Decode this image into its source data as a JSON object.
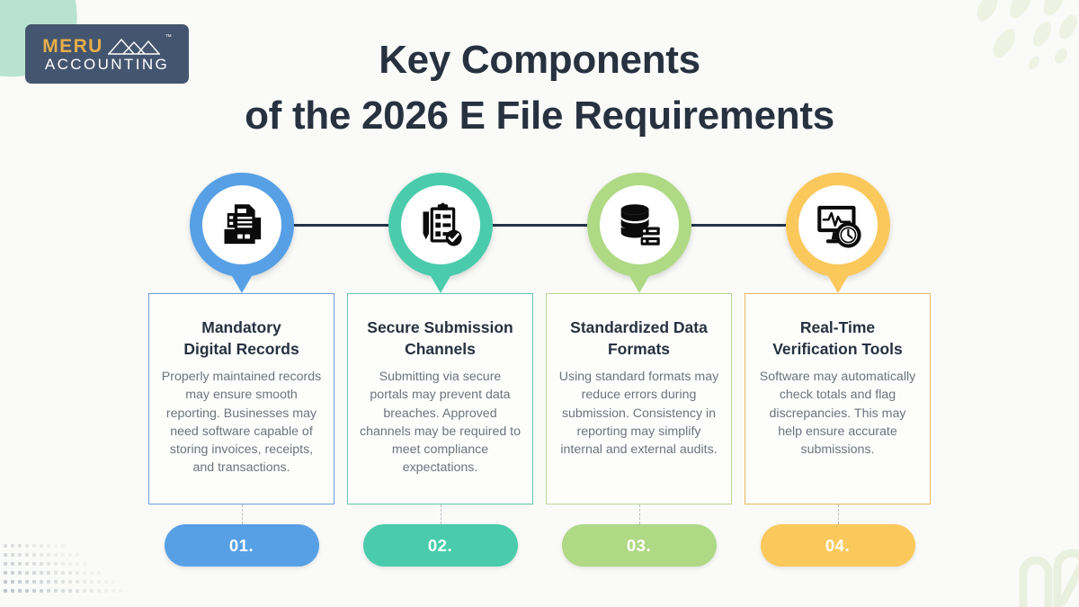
{
  "brand": {
    "name_top": "MERU",
    "name_bottom": "ACCOUNTING",
    "trademark": "™",
    "logo_bg": "#44566f",
    "logo_accent": "#e8ae49"
  },
  "title": {
    "line1": "Key Components",
    "line2": "of the 2026 E File Requirements",
    "color": "#27313f"
  },
  "background": {
    "page_color": "#fafaf8",
    "timeline_color": "#223449",
    "mint_blob_color": "#b8e2d2",
    "leaf_color": "#eef2e3",
    "dot_color": "#b6bec4"
  },
  "steps": [
    {
      "number": "01.",
      "title": "Mandatory\nDigital Records",
      "title_line1": "Mandatory",
      "title_line2": "Digital Records",
      "body": "Properly maintained records may ensure smooth reporting. Businesses may need software capable of storing invoices, receipts, and transactions.",
      "icon": "printer-documents-icon",
      "color": "#57a0e5",
      "border_color": "#6c9fd4"
    },
    {
      "number": "02.",
      "title": "Secure Submission\nChannels",
      "title_line1": "Secure Submission",
      "title_line2": "Channels",
      "body": "Submitting via secure portals may prevent data breaches. Approved channels may be required to meet compliance expectations.",
      "icon": "clipboard-checklist-icon",
      "color": "#4accac",
      "border_color": "#62c9ae"
    },
    {
      "number": "03.",
      "title": "Standardized Data\nFormats",
      "title_line1": "Standardized Data",
      "title_line2": "Formats",
      "body": "Using standard formats may reduce errors during submission. Consistency in reporting may simplify internal and external audits.",
      "icon": "database-server-icon",
      "color": "#afd985",
      "border_color": "#b9d898"
    },
    {
      "number": "04.",
      "title": "Real-Time\nVerification Tools",
      "title_line1": "Real-Time",
      "title_line2": "Verification Tools",
      "body": "Software may automatically check totals and flag discrepancies. This may help ensure accurate submissions.",
      "icon": "monitor-pulse-clock-icon",
      "color": "#fbc85c",
      "border_color": "#e8bb5e"
    }
  ]
}
